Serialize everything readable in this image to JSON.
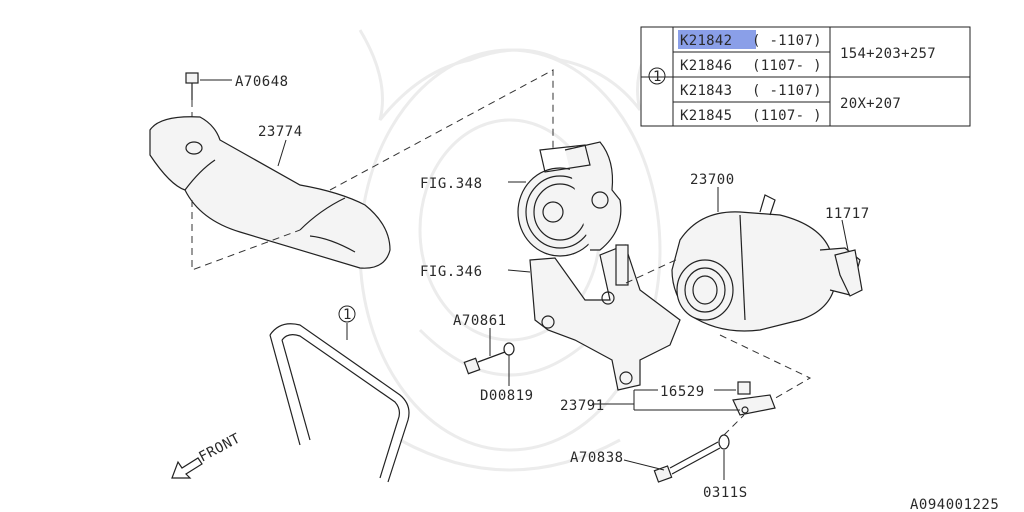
{
  "callout_ref": "1",
  "table": {
    "ref": "1",
    "rows": [
      {
        "part": "K21842",
        "range": "( -1107)"
      },
      {
        "part": "K21846",
        "range": "(1107- )"
      },
      {
        "part": "K21843",
        "range": "( -1107)"
      },
      {
        "part": "K21845",
        "range": "(1107- )"
      }
    ],
    "groups": [
      "154+203+257",
      "20X+207"
    ]
  },
  "labels": {
    "a70648": "A70648",
    "p23774": "23774",
    "fig348": "FIG.348",
    "fig346": "FIG.346",
    "p23700": "23700",
    "p11717": "11717",
    "a70861": "A70861",
    "d00819": "D00819",
    "p23791": "23791",
    "p16529": "16529",
    "a70838": "A70838",
    "p0311s": "0311S",
    "front": "FRONT",
    "ref_code": "A094001225"
  },
  "colors": {
    "highlight": "#8a9fe8",
    "line": "#222222"
  }
}
